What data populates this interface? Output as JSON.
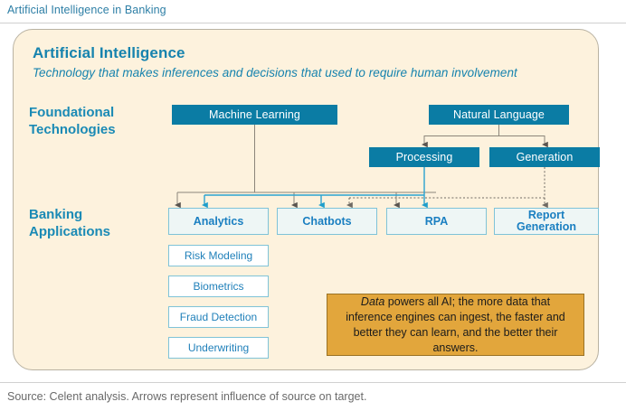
{
  "header": {
    "title": "Artificial Intelligence  in Banking"
  },
  "panel": {
    "heading": "Artificial Intelligence",
    "subheading": "Technology that makes inferences and decisions that used to require human involvement",
    "row_labels": {
      "foundational": "Foundational\nTechnologies",
      "foundational_line1": "Foundational",
      "foundational_line2": "Technologies",
      "banking_line1": "Banking",
      "banking_line2": "Applications"
    },
    "foundational_boxes": [
      {
        "id": "machine-learning",
        "label": "Machine Learning"
      },
      {
        "id": "natural-language",
        "label": "Natural Language"
      },
      {
        "id": "processing",
        "label": "Processing"
      },
      {
        "id": "generation",
        "label": "Generation"
      }
    ],
    "application_boxes": [
      {
        "id": "analytics",
        "label": "Analytics"
      },
      {
        "id": "chatbots",
        "label": "Chatbots"
      },
      {
        "id": "rpa",
        "label": "RPA"
      },
      {
        "id": "report-generation",
        "label": "Report\nGeneration",
        "line1": "Report",
        "line2": "Generation"
      }
    ],
    "analytics_subitems": [
      {
        "id": "risk-modeling",
        "label": "Risk Modeling"
      },
      {
        "id": "biometrics",
        "label": "Biometrics"
      },
      {
        "id": "fraud-detection",
        "label": "Fraud Detection"
      },
      {
        "id": "underwriting",
        "label": "Underwriting"
      }
    ],
    "callout": {
      "emphasis": "Data",
      "text": " powers all AI; the more data that inference engines can ingest, the faster and better they can learn, and the better their answers."
    }
  },
  "footer": {
    "source": "Source: Celent analysis. Arrows represent influence of source on target."
  },
  "colors": {
    "panel_background": "#fdf2dd",
    "panel_border": "#b9b2a2",
    "teal_fill": "#0b7ca4",
    "accent_blue": "#1683ae",
    "app_box_fill": "#eef6f5",
    "app_box_border": "#7fc3d8",
    "sub_box_fill": "#ffffff",
    "callout_fill": "#e2a63c",
    "callout_border": "#9a7224",
    "arrow_gray": "#8c857a",
    "arrow_teal": "#2aa3d0",
    "footer_text": "#6a6a6a",
    "title_text": "#2e7fa6"
  },
  "chart_data": {
    "type": "diagram",
    "title": "Artificial Intelligence in Banking",
    "layers": [
      {
        "name": "Foundational Technologies",
        "nodes": [
          "Machine Learning",
          "Natural Language",
          "Processing",
          "Generation"
        ]
      },
      {
        "name": "Banking Applications",
        "nodes": [
          "Analytics",
          "Chatbots",
          "RPA",
          "Report Generation"
        ]
      }
    ],
    "edges": [
      {
        "from": "Natural Language",
        "to": "Processing",
        "style": "solid-gray"
      },
      {
        "from": "Natural Language",
        "to": "Generation",
        "style": "solid-gray"
      },
      {
        "from": "Machine Learning",
        "to": "Analytics",
        "style": "solid-gray"
      },
      {
        "from": "Machine Learning",
        "to": "Chatbots",
        "style": "solid-gray"
      },
      {
        "from": "Machine Learning",
        "to": "RPA",
        "style": "solid-gray"
      },
      {
        "from": "Processing",
        "to": "Analytics",
        "style": "solid-teal"
      },
      {
        "from": "Processing",
        "to": "Chatbots",
        "style": "solid-teal"
      },
      {
        "from": "Processing",
        "to": "RPA",
        "style": "solid-teal"
      },
      {
        "from": "Generation",
        "to": "Chatbots",
        "style": "dotted-gray"
      },
      {
        "from": "Generation",
        "to": "Report Generation",
        "style": "dotted-gray"
      }
    ],
    "legend": "Arrows represent influence of source on target."
  }
}
